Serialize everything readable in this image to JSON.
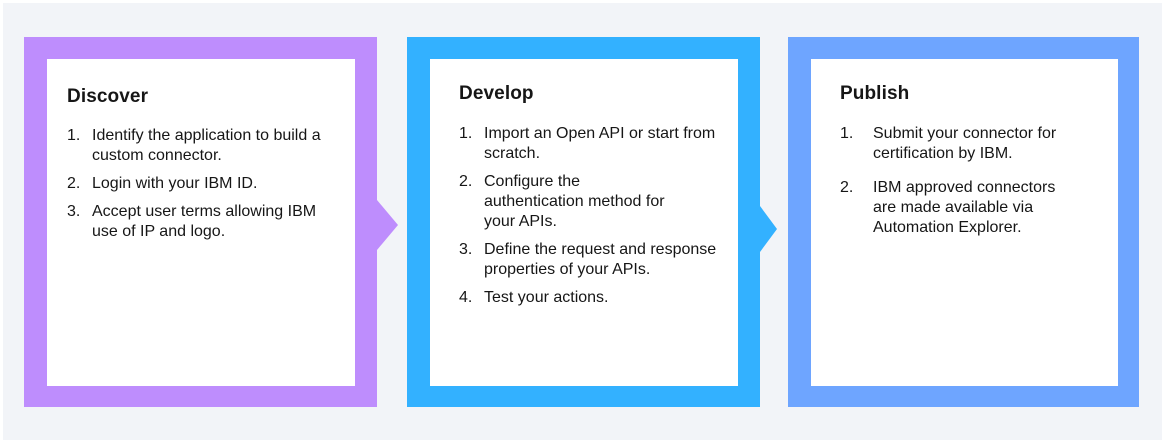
{
  "colors": {
    "background": "#f2f4f8",
    "discover": "#be8dfd",
    "develop": "#33b1ff",
    "publish": "#6ea5ff",
    "panel": "#ffffff",
    "text": "#161616"
  },
  "stages": [
    {
      "title": "Discover",
      "steps": [
        {
          "num": "1.",
          "text": "Identify the application to build a custom connector."
        },
        {
          "num": "2.",
          "text": "Login with your IBM ID."
        },
        {
          "num": "3.",
          "text": "Accept user terms allowing IBM use of IP and logo."
        }
      ]
    },
    {
      "title": "Develop",
      "steps": [
        {
          "num": "1.",
          "text": "Import an Open API or start from scratch."
        },
        {
          "num": "2.",
          "text": "Configure the authentication method for your APIs."
        },
        {
          "num": "3.",
          "text": "Define the request and response properties of your APIs."
        },
        {
          "num": "4.",
          "text": "Test your actions."
        }
      ]
    },
    {
      "title": "Publish",
      "steps": [
        {
          "num": "1.",
          "text": "Submit your connector for certification by IBM."
        },
        {
          "num": "2.",
          "text": "IBM approved connectors are made available via Automation Explorer."
        }
      ]
    }
  ]
}
